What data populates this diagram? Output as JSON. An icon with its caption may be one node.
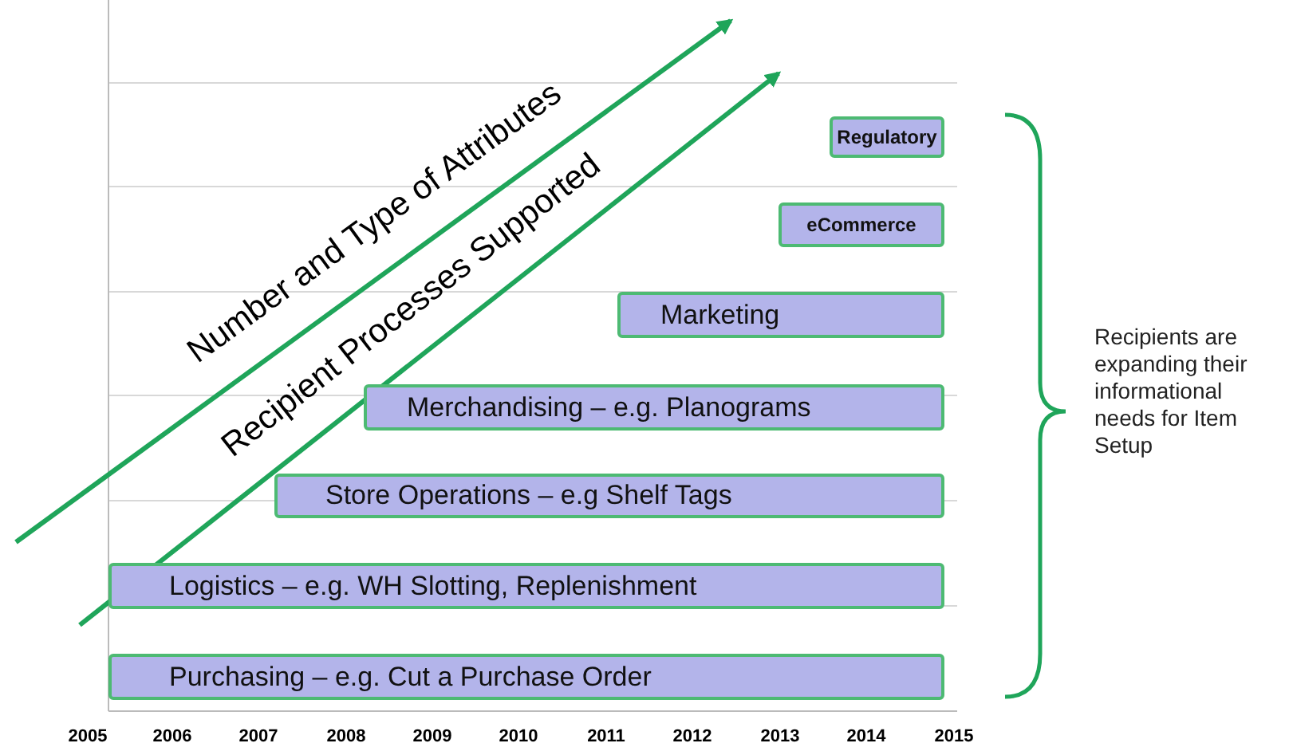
{
  "diagram": {
    "nodes": [
      {
        "text": [
          "Regulatory"
        ]
      },
      {
        "text": [
          "eCommerce"
        ]
      },
      {
        "text": [
          "Marketing"
        ]
      },
      {
        "text": [
          "Merchandising – e.g. Planograms"
        ]
      },
      {
        "text": [
          "Store Operations – e.g Shelf Tags"
        ]
      },
      {
        "text": [
          "Logistics – e.g. WH Slotting, Replenishment"
        ]
      },
      {
        "text": [
          "Purchasing – e.g. Cut a Purchase Order"
        ]
      }
    ],
    "labels": [
      "Number and Type of Attributes",
      "Recipient Processes Supported",
      "Recipients are expanding their informational needs for Item Setup",
      "2005",
      "2006",
      "2007",
      "2008",
      "2009",
      "2010",
      "2011",
      "2012",
      "2013",
      "2014",
      "2015"
    ]
  }
}
